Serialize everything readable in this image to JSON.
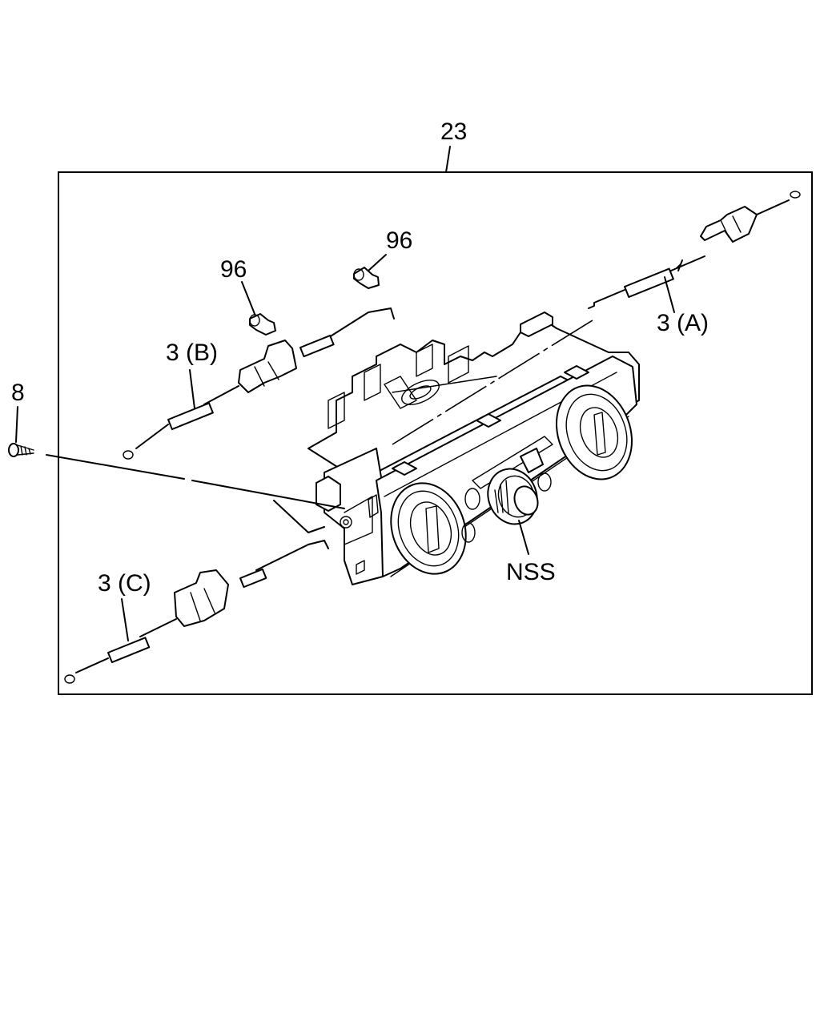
{
  "callouts": {
    "assembly": "23",
    "clip_top": "96",
    "clip_left": "96",
    "cable_a": "3 (A)",
    "cable_b": "3 (B)",
    "cable_c": "3 (C)",
    "screw": "8",
    "knob": "NSS"
  },
  "colors": {
    "ink": "#000000",
    "paper": "#ffffff"
  }
}
